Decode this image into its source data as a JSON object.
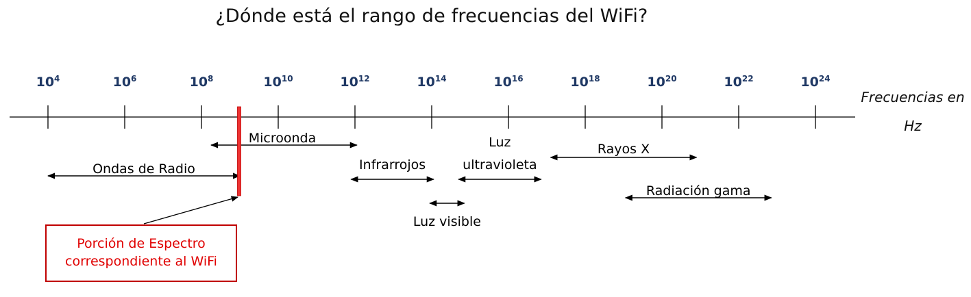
{
  "title": "¿Dónde está el rango de frecuencias del WiFi?",
  "axis": {
    "label_line1": "Frecuencias en",
    "label_line2": "Hz",
    "tick_color": "#1f3864",
    "ticks": [
      {
        "base": "10",
        "exp": "4"
      },
      {
        "base": "10",
        "exp": "6"
      },
      {
        "base": "10",
        "exp": "8"
      },
      {
        "base": "10",
        "exp": "10"
      },
      {
        "base": "10",
        "exp": "12"
      },
      {
        "base": "10",
        "exp": "14"
      },
      {
        "base": "10",
        "exp": "16"
      },
      {
        "base": "10",
        "exp": "18"
      },
      {
        "base": "10",
        "exp": "20"
      },
      {
        "base": "10",
        "exp": "22"
      },
      {
        "base": "10",
        "exp": "24"
      }
    ]
  },
  "bands": [
    {
      "label": "Ondas de Radio",
      "from_exp": 4,
      "to_exp": 9.0
    },
    {
      "label": "Microonda",
      "from_exp": 8.25,
      "to_exp": 12.05
    },
    {
      "label": "Infrarrojos",
      "from_exp": 11.9,
      "to_exp": 14.05
    },
    {
      "label": "Luz visible",
      "from_exp": 13.95,
      "to_exp": 14.85
    },
    {
      "label": "Luz",
      "label2": "ultravioleta",
      "from_exp": 14.7,
      "to_exp": 16.85
    },
    {
      "label": "Rayos X",
      "from_exp": 17.1,
      "to_exp": 20.9
    },
    {
      "label": "Radiación gama",
      "from_exp": 19.05,
      "to_exp": 22.85
    }
  ],
  "wifi": {
    "exp": 9.0,
    "color": "#ee3333",
    "callout_line1": "Porción de Espectro",
    "callout_line2": "correspondiente  al WiFi",
    "callout_color": "#e00000"
  }
}
